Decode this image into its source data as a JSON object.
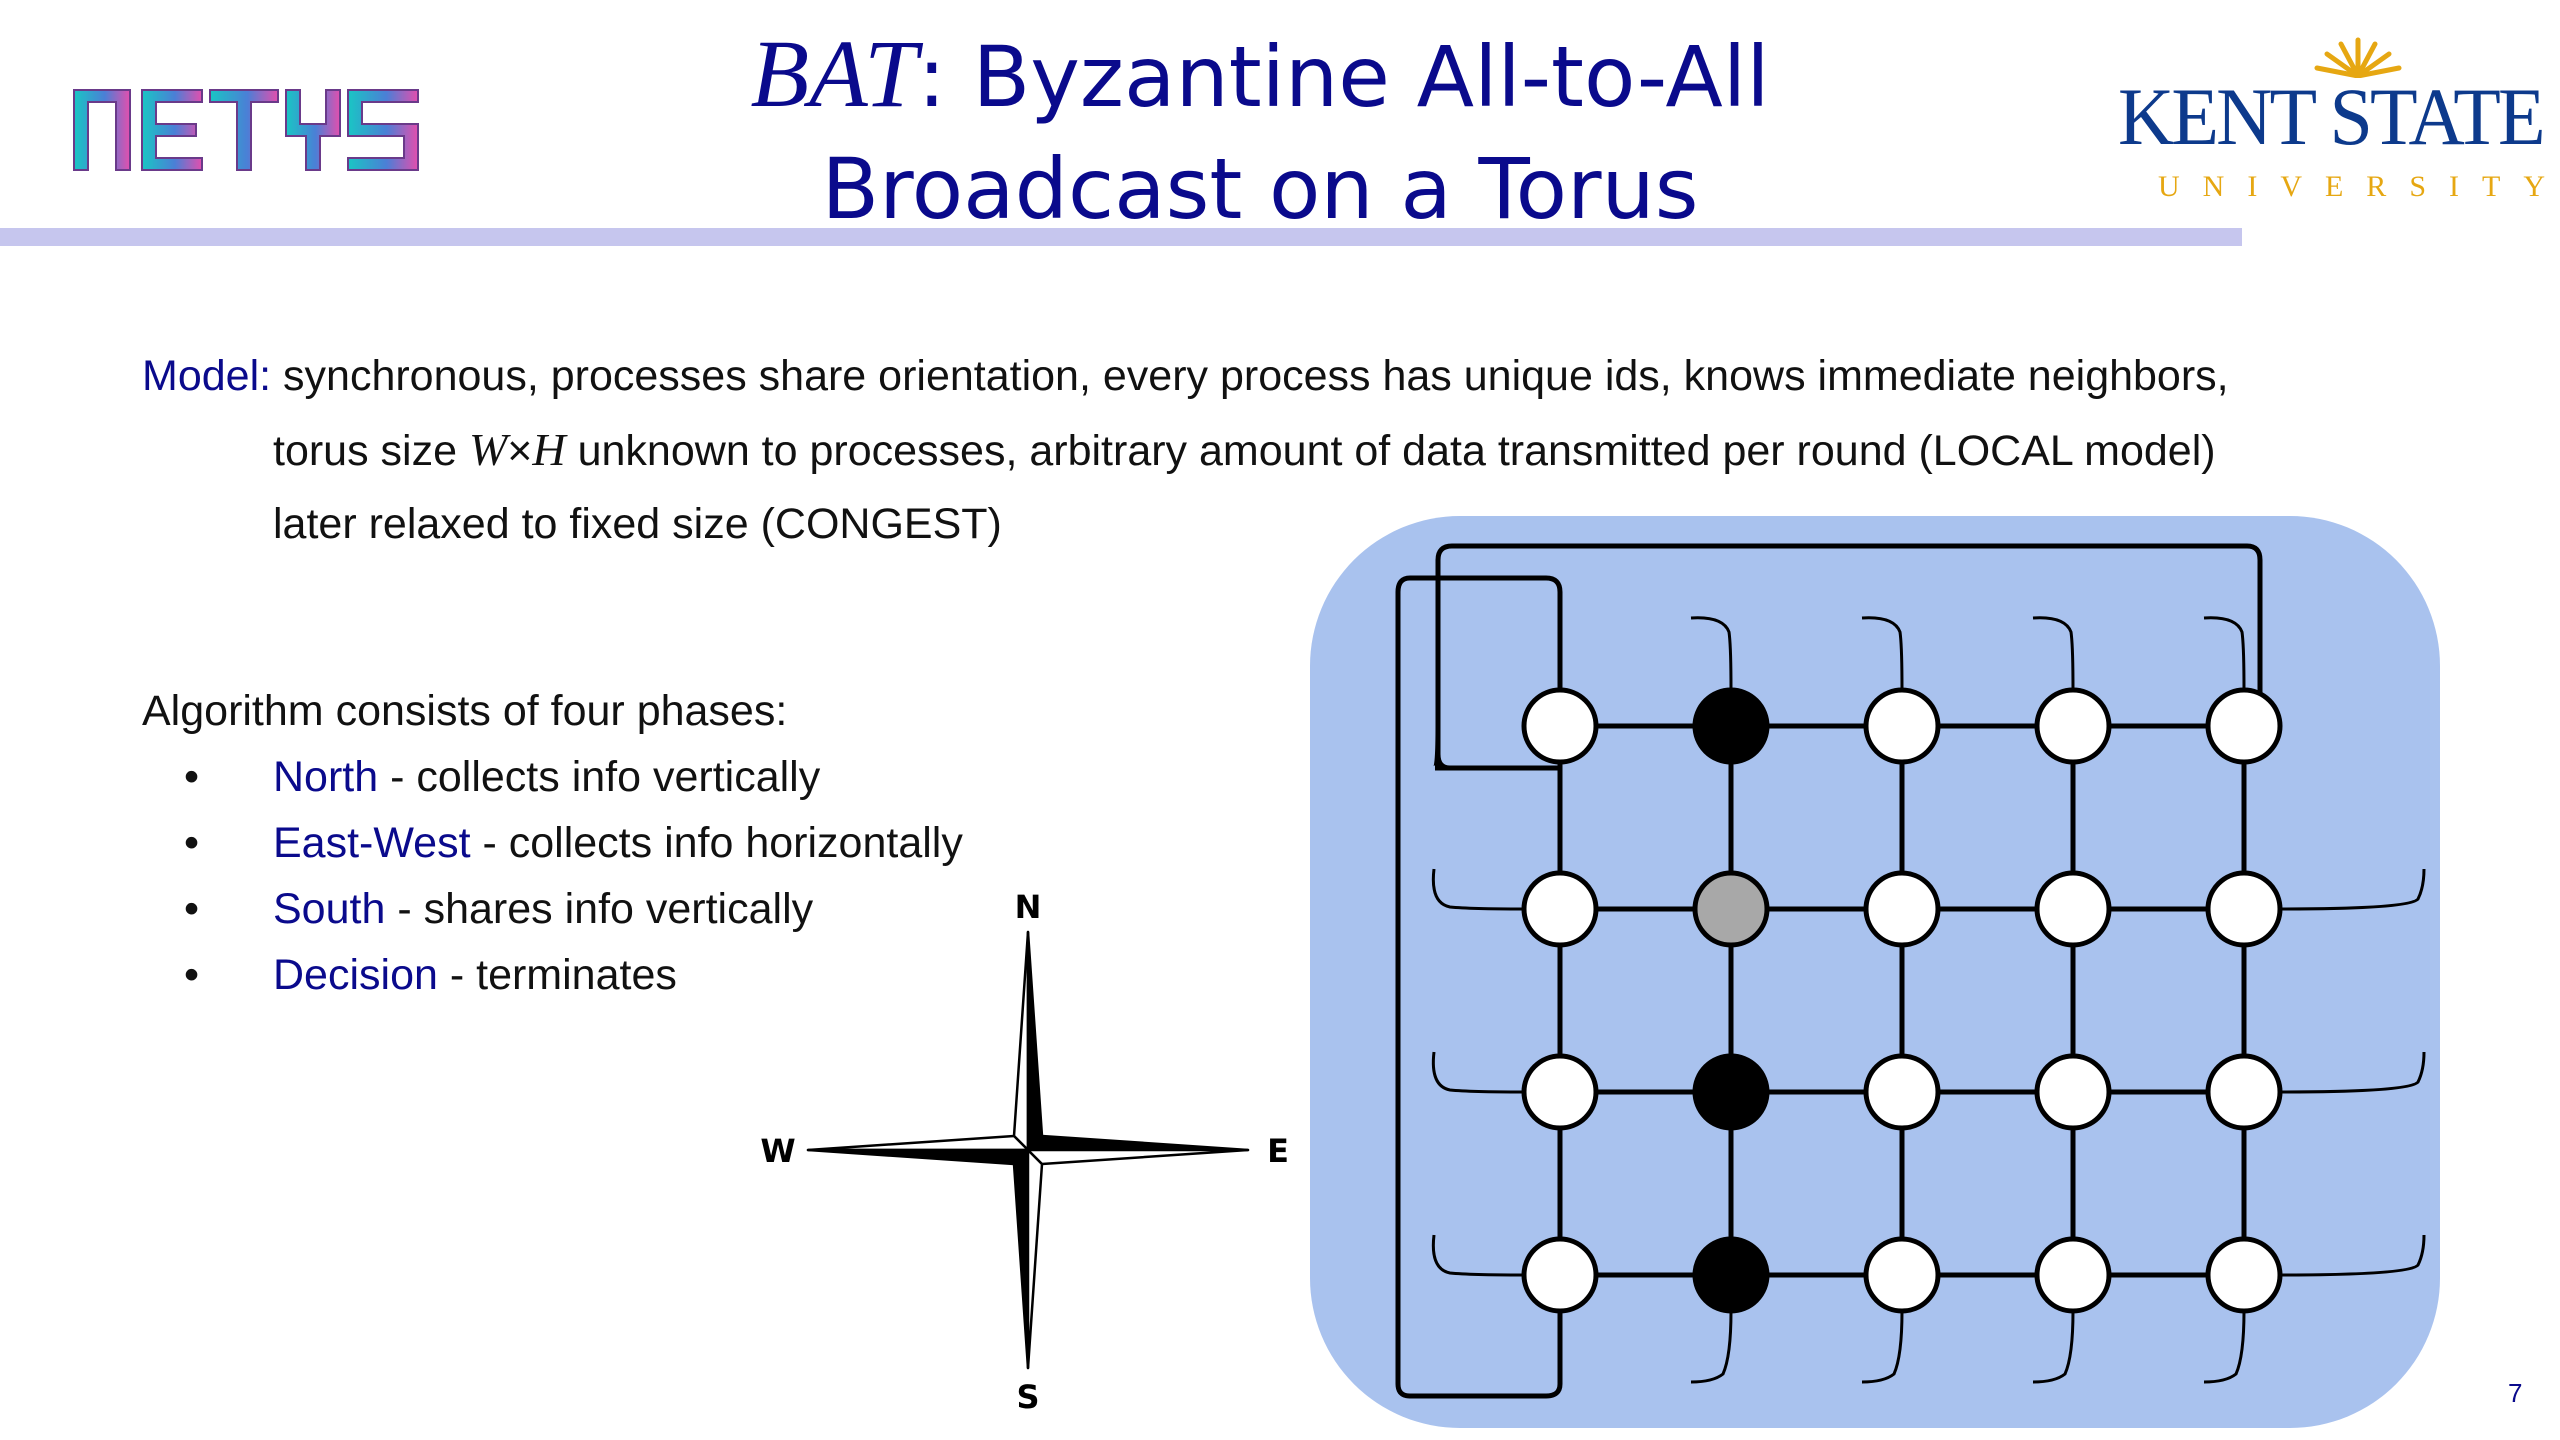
{
  "header": {
    "title_italic": "BAT",
    "title_rest": ": Byzantine All-to-All",
    "title_line2": "Broadcast on a Torus",
    "left_logo_text": "NETYS",
    "right_logo": {
      "name": "KENT STATE",
      "sub": "UNIVERSITY"
    }
  },
  "model": {
    "label": "Model:",
    "line1": "synchronous, processes share orientation, every process has unique ids, knows immediate neighbors,",
    "line2_pre": "torus size ",
    "line2_var1": "W",
    "line2_times": "×",
    "line2_var2": "H",
    "line2_post": " unknown to processes, arbitrary amount of data transmitted per round (LOCAL model)",
    "line3": "later relaxed to fixed size (CONGEST)"
  },
  "algorithm": {
    "heading": "Algorithm consists of four phases:",
    "bullet_symbol": "•",
    "phases": [
      {
        "name": "North",
        "desc": " - collects info vertically"
      },
      {
        "name": "East-West",
        "desc": " - collects info horizontally"
      },
      {
        "name": "South",
        "desc": " - shares info vertically"
      },
      {
        "name": "Decision",
        "desc": " - terminates"
      }
    ]
  },
  "compass": {
    "n": "N",
    "e": "E",
    "s": "S",
    "w": "W"
  },
  "torus": {
    "rows": 4,
    "cols": 5,
    "node_states": [
      [
        "white",
        "black",
        "white",
        "white",
        "white"
      ],
      [
        "white",
        "gray",
        "white",
        "white",
        "white"
      ],
      [
        "white",
        "black",
        "white",
        "white",
        "white"
      ],
      [
        "white",
        "black",
        "white",
        "white",
        "white"
      ]
    ],
    "colors": {
      "panel": "#a9c2ee",
      "white": "#ffffff",
      "black": "#000000",
      "gray": "#a8a8a8"
    }
  },
  "page_number": "7",
  "colors": {
    "title": "#0a0a8c",
    "keyword": "#0a0a8c",
    "rule": "#c6c6ee",
    "kent_blue": "#0d3a8c",
    "kent_gold": "#e6a712"
  }
}
